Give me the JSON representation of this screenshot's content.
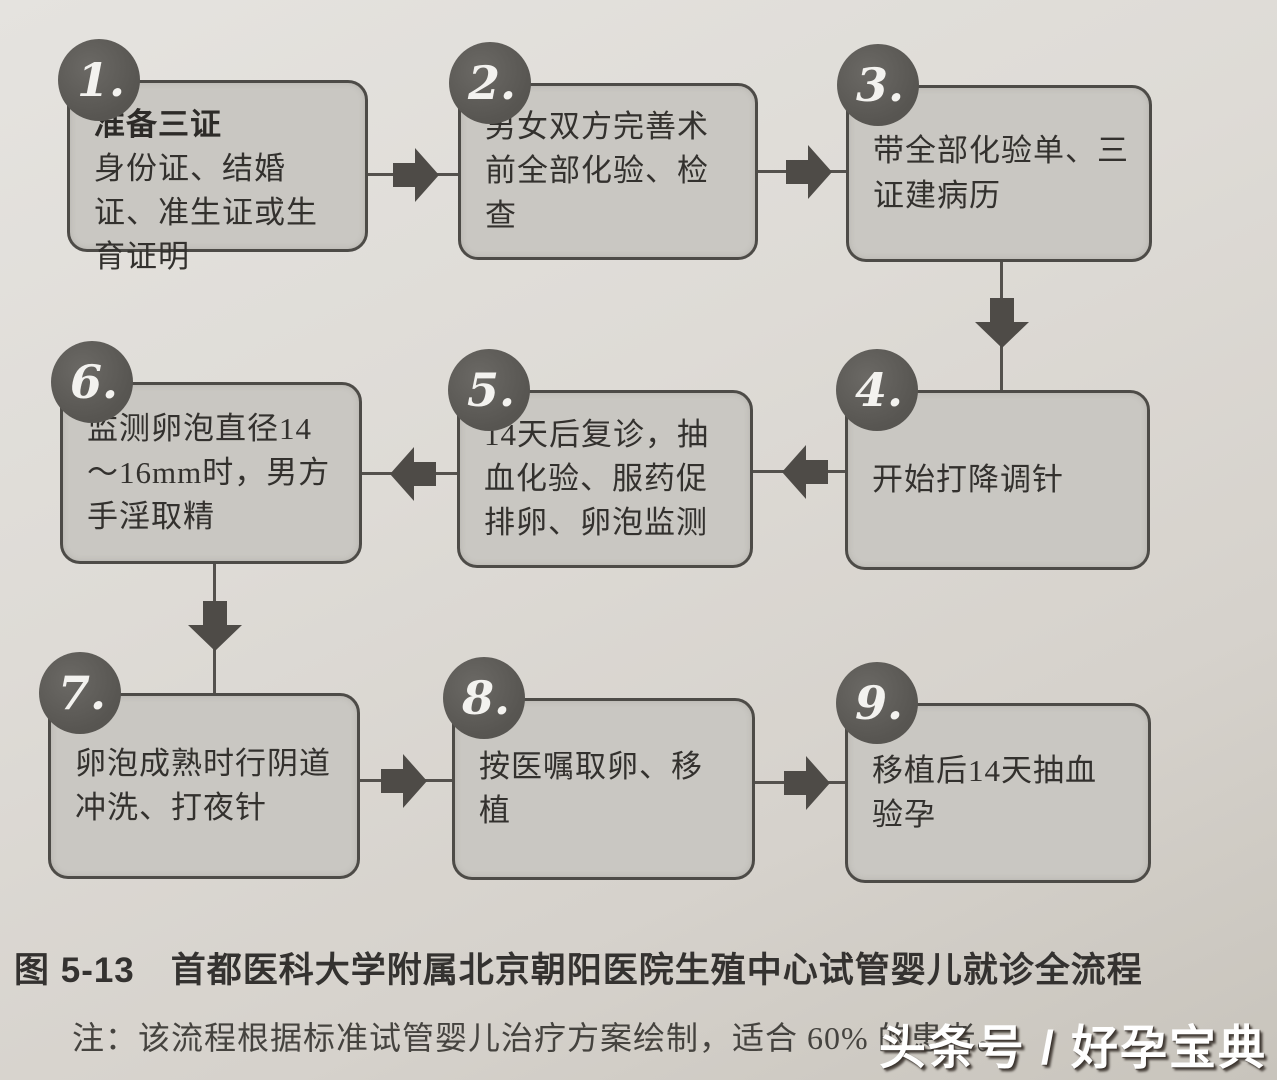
{
  "figure": {
    "caption": "图 5-13　首都医科大学附属北京朝阳医院生殖中心试管婴儿就诊全流程",
    "note": "注：该流程根据标准试管婴儿治疗方案绘制，适合 60% 的患者。",
    "watermark": "头条号 / 好孕宝典"
  },
  "flowchart": {
    "boxes": [
      {
        "number": "1.",
        "title": "准备三证",
        "text": "身份证、结婚证、准生证或生育证明"
      },
      {
        "number": "2.",
        "text": "男女双方完善术前全部化验、检查"
      },
      {
        "number": "3.",
        "text": "带全部化验单、三证建病历"
      },
      {
        "number": "4.",
        "text": "开始打降调针"
      },
      {
        "number": "5.",
        "text": "14天后复诊，抽血化验、服药促排卵、卵泡监测"
      },
      {
        "number": "6.",
        "text": "监测卵泡直径14～16mm时，男方手淫取精"
      },
      {
        "number": "7.",
        "text": "卵泡成熟时行阴道冲洗、打夜针"
      },
      {
        "number": "8.",
        "text": "按医嘱取卵、移植"
      },
      {
        "number": "9.",
        "text": "移植后14天抽血验孕"
      }
    ],
    "flow_order": [
      "1",
      "2",
      "3",
      "4",
      "5",
      "6",
      "7",
      "8",
      "9"
    ]
  },
  "colors": {
    "page_background": "#ddd9d4",
    "box_fill": "#c9c7c2",
    "box_border": "#4d4b47",
    "badge_fill": "#5e5c58",
    "arrow": "#4e4b47",
    "text": "#33312e",
    "watermark_text": "#ffffff"
  }
}
